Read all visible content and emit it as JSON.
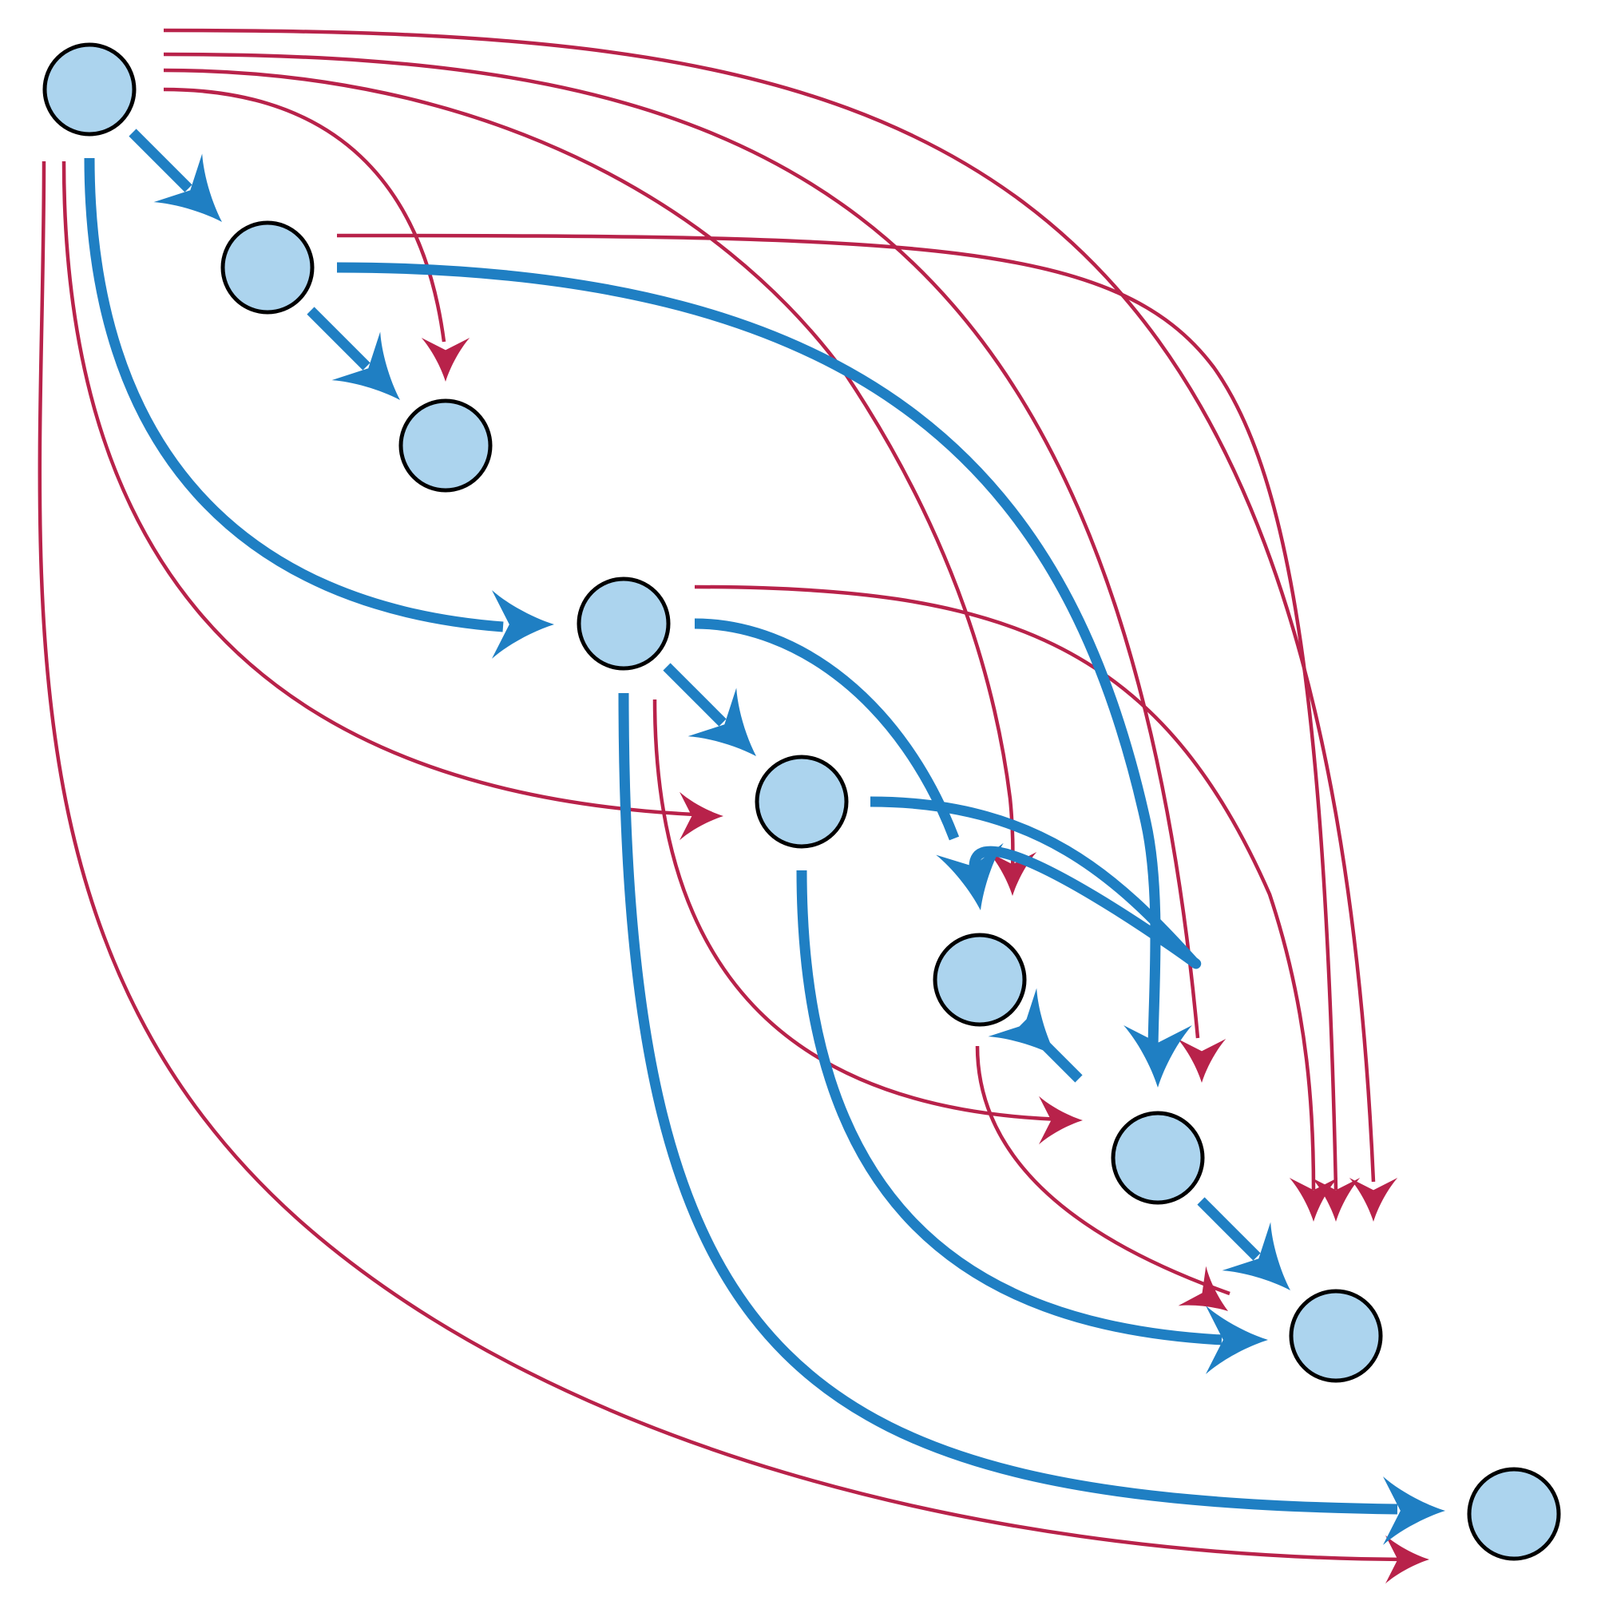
{
  "colors": {
    "node_fill": "#acd4ee",
    "node_stroke": "#000000",
    "blue_edge": "#1f7fc3",
    "red_edge": "#b8224a",
    "background": "#ffffff"
  },
  "nodes": [
    {
      "id": "n0"
    },
    {
      "id": "n1"
    },
    {
      "id": "n2"
    },
    {
      "id": "n3"
    },
    {
      "id": "n4"
    },
    {
      "id": "n5"
    },
    {
      "id": "n6"
    },
    {
      "id": "n7"
    },
    {
      "id": "n8"
    }
  ],
  "edges": [
    {
      "from": "n0",
      "to": "n1",
      "kind": "blue"
    },
    {
      "from": "n1",
      "to": "n2",
      "kind": "blue"
    },
    {
      "from": "n0",
      "to": "n3",
      "kind": "blue"
    },
    {
      "from": "n1",
      "to": "n6",
      "kind": "blue"
    },
    {
      "from": "n3",
      "to": "n4",
      "kind": "blue"
    },
    {
      "from": "n3",
      "to": "n5",
      "kind": "blue"
    },
    {
      "from": "n3",
      "to": "n8",
      "kind": "blue"
    },
    {
      "from": "n4",
      "to": "n7",
      "kind": "blue"
    },
    {
      "from": "n4",
      "to": "n8",
      "kind": "blue"
    },
    {
      "from": "n5",
      "to": "n6",
      "kind": "blue"
    },
    {
      "from": "n6",
      "to": "n7",
      "kind": "blue"
    },
    {
      "from": "n0",
      "to": "n2",
      "kind": "red"
    },
    {
      "from": "n0",
      "to": "n4",
      "kind": "red"
    },
    {
      "from": "n0",
      "to": "n5",
      "kind": "red"
    },
    {
      "from": "n0",
      "to": "n6",
      "kind": "red"
    },
    {
      "from": "n0",
      "to": "n7",
      "kind": "red"
    },
    {
      "from": "n0",
      "to": "n8",
      "kind": "red"
    },
    {
      "from": "n1",
      "to": "n7",
      "kind": "red"
    },
    {
      "from": "n3",
      "to": "n6",
      "kind": "red"
    },
    {
      "from": "n3",
      "to": "n7",
      "kind": "red"
    },
    {
      "from": "n5",
      "to": "n7",
      "kind": "red"
    },
    {
      "from": "n0",
      "to": "n7",
      "kind": "red"
    }
  ]
}
